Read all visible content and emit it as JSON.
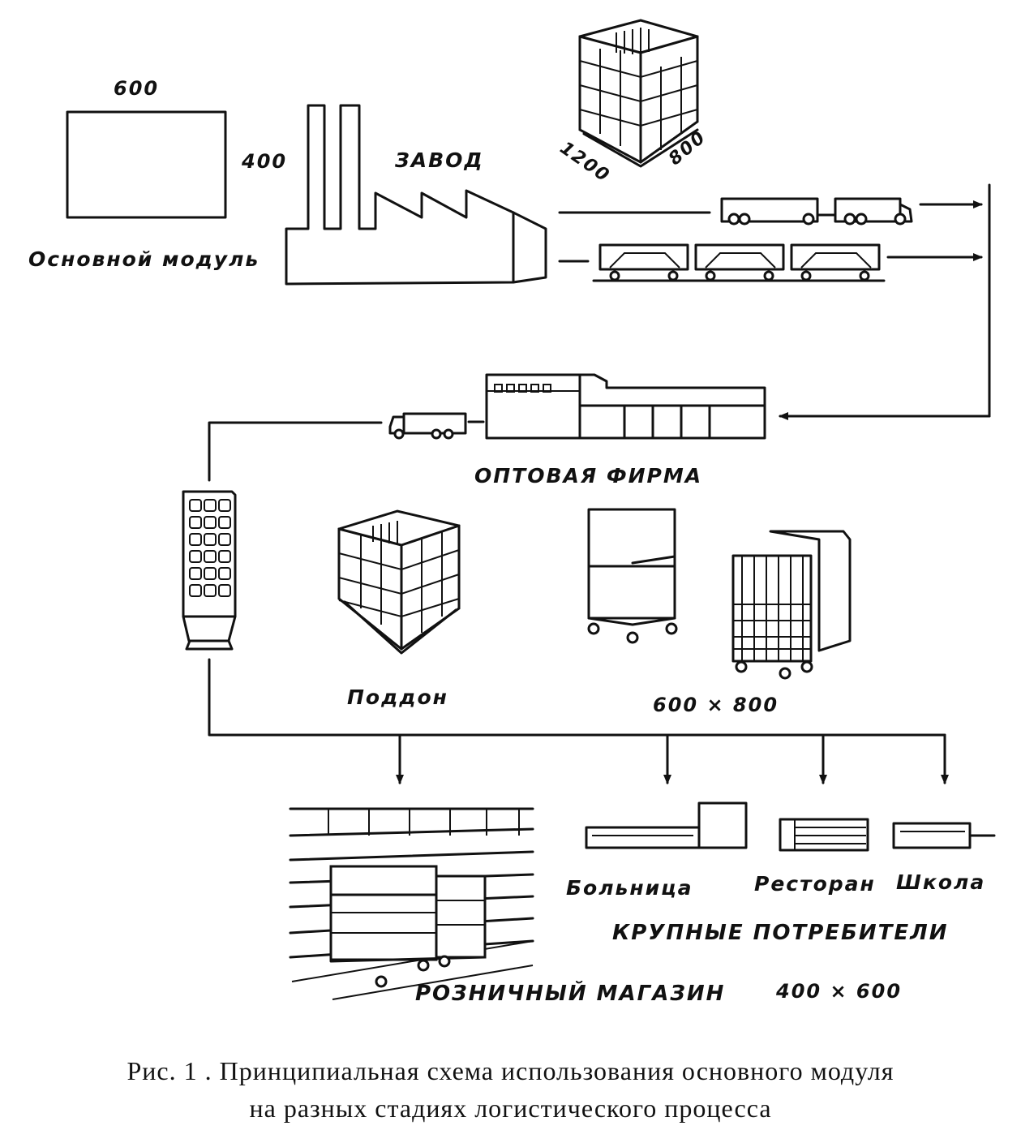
{
  "labels": {
    "module_width": "600",
    "module_height": "400",
    "module_caption": "Основной модуль",
    "factory": "ЗАВОД",
    "pallet_length": "1200",
    "pallet_width": "800",
    "wholesale": "ОПТОВАЯ ФИРМА",
    "pallet": "Поддон",
    "size_600x800": "600 × 800",
    "hospital": "Больница",
    "restaurant": "Ресторан",
    "school": "Школа",
    "large_consumers": "КРУПНЫЕ ПОТРЕБИТЕЛИ",
    "size_400x600": "400 × 600",
    "retail_store": "РОЗНИЧНЫЙ МАГАЗИН"
  },
  "caption": {
    "line1": "Рис. 1 . Принципиальная схема использования основного модуля",
    "line2": "на разных стадиях логистического процесса"
  }
}
